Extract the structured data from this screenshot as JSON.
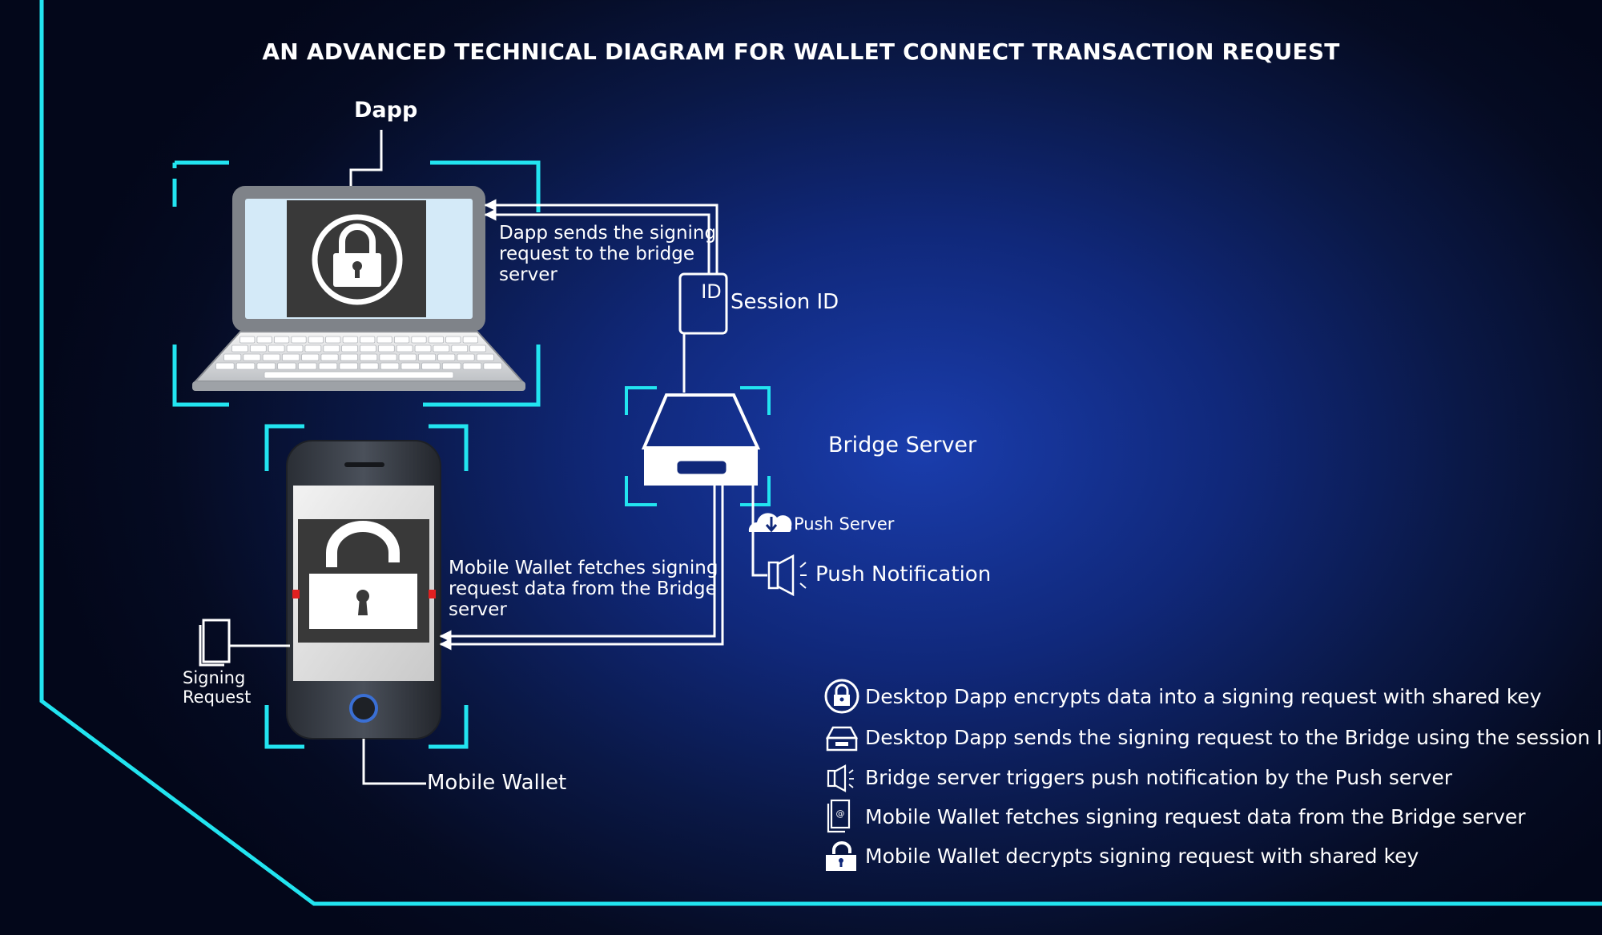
{
  "title": "AN ADVANCED TECHNICAL DIAGRAM FOR WALLET CONNECT  TRANSACTION REQUEST",
  "nodes": {
    "dapp": "Dapp",
    "id_badge": "ID",
    "session_id": "Session ID",
    "bridge_server": "Bridge Server",
    "push_server": "Push Server",
    "push_notification": "Push Notification",
    "signing_request": [
      "Signing",
      "Request"
    ],
    "mobile_wallet": "Mobile Wallet"
  },
  "notes": {
    "dapp_sends": [
      "Dapp sends the signing",
      "request to the bridge",
      "server"
    ],
    "mobile_fetches": [
      "Mobile Wallet fetches signing",
      "request data from the Bridge",
      "server"
    ]
  },
  "legend": [
    {
      "icon": "lock-circle-icon",
      "text": "Desktop Dapp encrypts data into a signing request with shared key"
    },
    {
      "icon": "server-box-icon",
      "text": "Desktop Dapp sends the signing request to the Bridge using the session ID"
    },
    {
      "icon": "speaker-icon",
      "text": "Bridge server triggers push notification by the Push server"
    },
    {
      "icon": "mobile-book-icon",
      "text": "Mobile Wallet fetches signing request data from the Bridge server"
    },
    {
      "icon": "unlock-icon",
      "text": "Mobile Wallet decrypts signing request with shared key"
    }
  ],
  "colors": {
    "frame_cyan": "#22e4f0",
    "laptop_gray": "#7f8389",
    "screen_light": "#d4eaf8",
    "screen_dark": "#393939",
    "phone_body": "#3a3f47",
    "accent_red": "#e02020"
  }
}
